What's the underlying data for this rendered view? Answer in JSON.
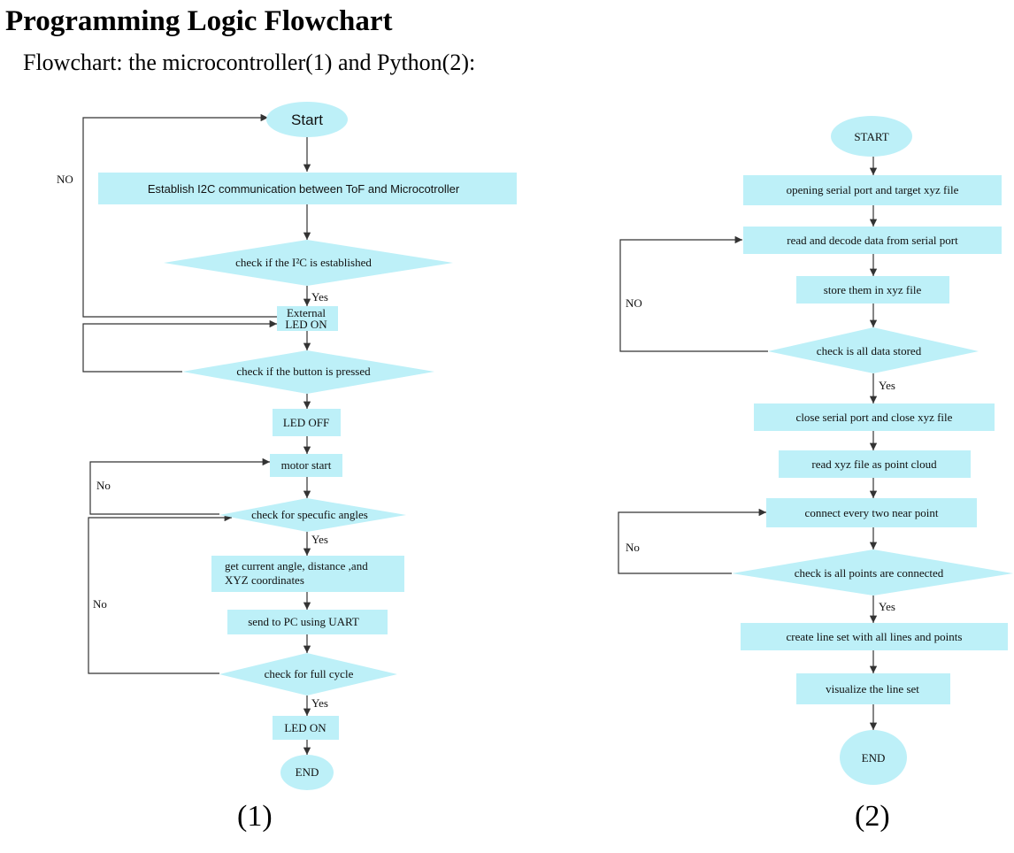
{
  "header": {
    "title": "Programming Logic Flowchart",
    "subtitle": "Flowchart: the microcontroller(1) and Python(2):"
  },
  "colors": {
    "node_fill": "#bdf0f8",
    "line": "#333333"
  },
  "flowchart1": {
    "caption": "(1)",
    "start": "Start",
    "establish_i2c": "Establish I2C communication between ToF and Microcotroller",
    "check_i2c": "check if the I²C is established",
    "external_led_on_l1": "External",
    "external_led_on_l2": "LED ON",
    "check_button": "check if the button is pressed",
    "led_off": "LED OFF",
    "motor_start": "motor start",
    "check_angles": "check for specufic angles",
    "get_current_l1": "get current angle, distance ,and",
    "get_current_l2": "XYZ coordinates",
    "send_pc": "send to PC using UART",
    "check_cycle": "check for full cycle",
    "led_on": "LED ON",
    "end": "END",
    "label_no_i2c": "NO",
    "label_no_angles": "No",
    "label_no_cycle": "No",
    "label_yes_i2c": "Yes",
    "label_yes_angles": "Yes",
    "label_yes_cycle": "Yes"
  },
  "flowchart2": {
    "caption": "(2)",
    "start": "START",
    "open_serial": "opening serial port and target xyz file",
    "read_decode": "read and decode data from serial port",
    "store_xyz": "store them in xyz file",
    "check_stored": "check is all data stored",
    "close_serial": "close serial port and close xyz file",
    "read_xyz": "read xyz file as point cloud",
    "connect_points": "connect every two near point",
    "check_connected": "check is all points are connected",
    "create_lineset": "create line set with all lines and points",
    "visualize": "visualize the line set",
    "end": "END",
    "label_no_stored": "NO",
    "label_no_connected": "No",
    "label_yes_stored": "Yes",
    "label_yes_connected": "Yes"
  }
}
